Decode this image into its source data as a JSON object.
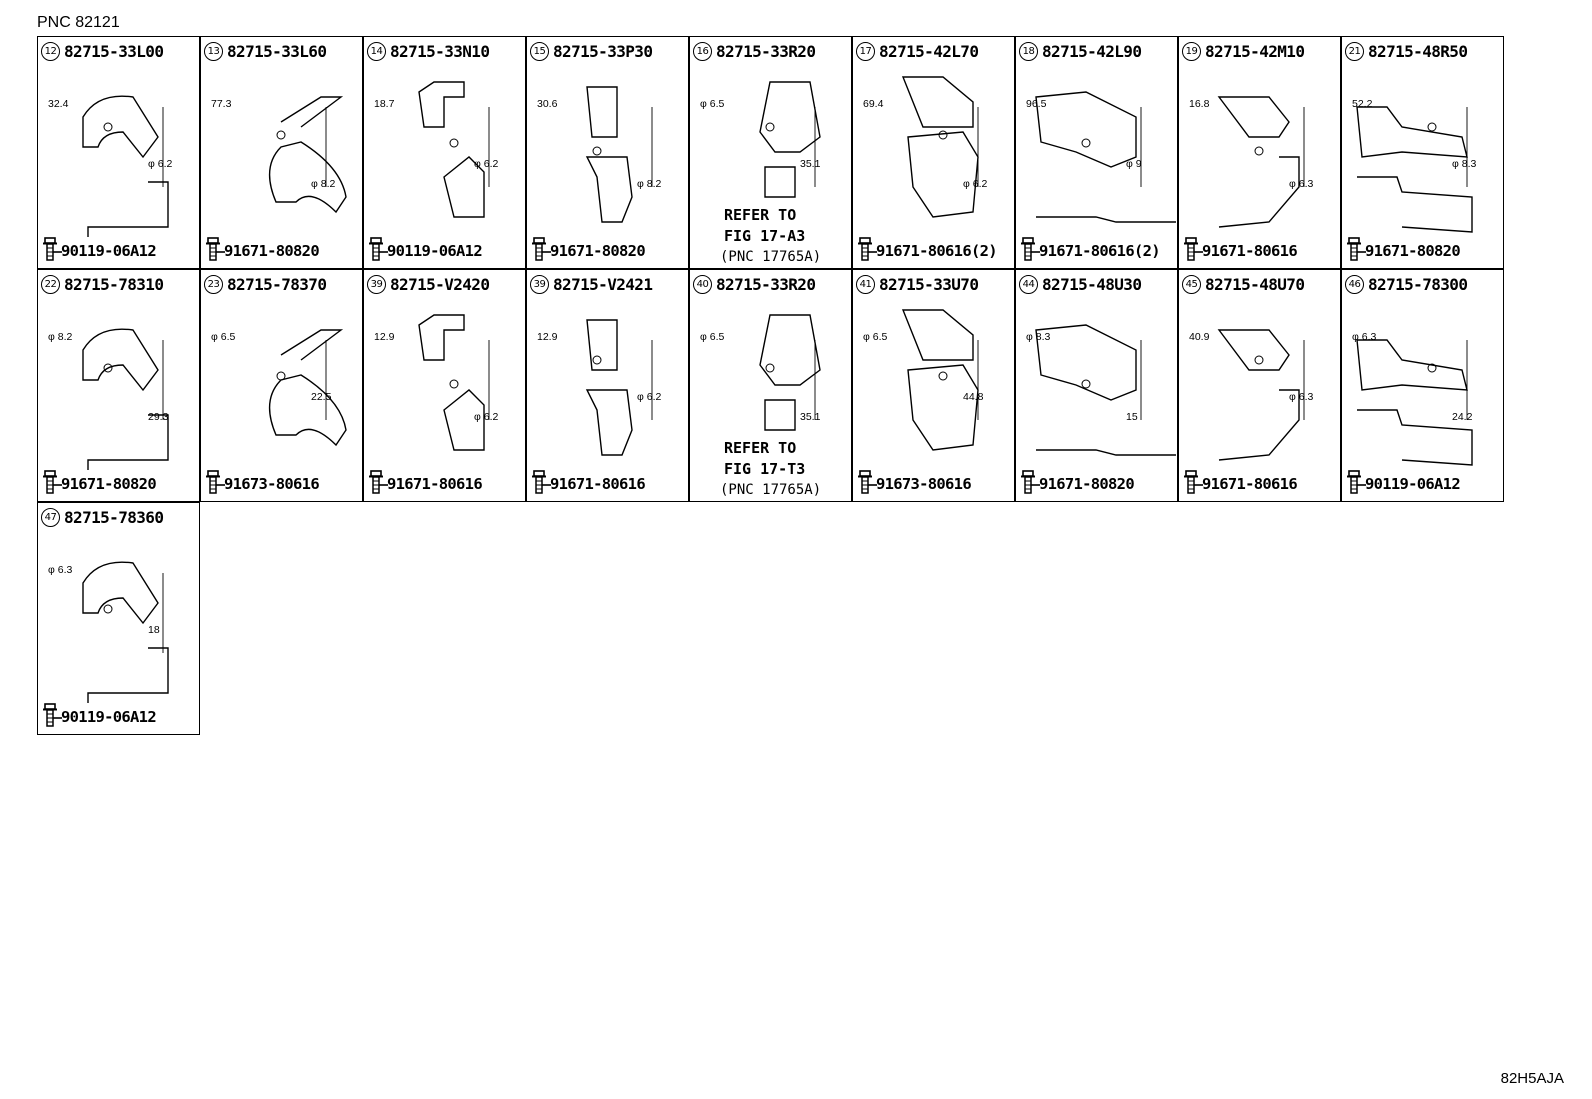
{
  "header": {
    "pnc": "PNC 82121"
  },
  "footer": {
    "figure_code": "82H5AJA"
  },
  "cells": [
    {
      "no": "12",
      "part": "82715-33L00",
      "bolt": "90119-06A12",
      "dims": [
        "32.4",
        "φ 6.2"
      ]
    },
    {
      "no": "13",
      "part": "82715-33L60",
      "bolt": "91671-80820",
      "dims": [
        "77.3",
        "φ 8.2"
      ]
    },
    {
      "no": "14",
      "part": "82715-33N10",
      "bolt": "90119-06A12",
      "dims": [
        "18.7",
        "φ 6.2"
      ]
    },
    {
      "no": "15",
      "part": "82715-33P30",
      "bolt": "91671-80820",
      "dims": [
        "30.6",
        "φ 8.2"
      ]
    },
    {
      "no": "16",
      "part": "82715-33R20",
      "refer": [
        "REFER TO",
        "FIG 17-A3",
        "(PNC 17765A)"
      ],
      "dims": [
        "φ 6.5",
        "35.1"
      ]
    },
    {
      "no": "17",
      "part": "82715-42L70",
      "bolt": "91671-80616(2)",
      "dims": [
        "69.4",
        "φ 6.2"
      ]
    },
    {
      "no": "18",
      "part": "82715-42L90",
      "bolt": "91671-80616(2)",
      "dims": [
        "96.5",
        "φ 9"
      ]
    },
    {
      "no": "19",
      "part": "82715-42M10",
      "bolt": "91671-80616",
      "dims": [
        "16.8",
        "φ 6.3"
      ]
    },
    {
      "no": "21",
      "part": "82715-48R50",
      "bolt": "91671-80820",
      "dims": [
        "52.2",
        "φ 8.3"
      ]
    },
    {
      "no": "22",
      "part": "82715-78310",
      "bolt": "91671-80820",
      "dims": [
        "φ 8.2",
        "29.3"
      ]
    },
    {
      "no": "23",
      "part": "82715-78370",
      "bolt": "91673-80616",
      "dims": [
        "φ 6.5",
        "22.5"
      ]
    },
    {
      "no": "39",
      "part": "82715-V2420",
      "bolt": "91671-80616",
      "dims": [
        "12.9",
        "φ 6.2"
      ]
    },
    {
      "no": "39",
      "part": "82715-V2421",
      "bolt": "91671-80616",
      "dims": [
        "12.9",
        "φ 6.2"
      ]
    },
    {
      "no": "40",
      "part": "82715-33R20",
      "refer": [
        "REFER TO",
        "FIG 17-T3",
        "(PNC 17765A)"
      ],
      "dims": [
        "φ 6.5",
        "35.1"
      ]
    },
    {
      "no": "41",
      "part": "82715-33U70",
      "bolt": "91673-80616",
      "dims": [
        "φ 6.5",
        "44.8"
      ]
    },
    {
      "no": "44",
      "part": "82715-48U30",
      "bolt": "91671-80820",
      "dims": [
        "φ 8.3",
        "15"
      ]
    },
    {
      "no": "45",
      "part": "82715-48U70",
      "bolt": "91671-80616",
      "dims": [
        "40.9",
        "φ 6.3"
      ]
    },
    {
      "no": "46",
      "part": "82715-78300",
      "bolt": "90119-06A12",
      "dims": [
        "φ 6.3",
        "24.2"
      ]
    },
    {
      "no": "47",
      "part": "82715-78360",
      "bolt": "90119-06A12",
      "dims": [
        "φ 6.3",
        "18"
      ]
    }
  ]
}
